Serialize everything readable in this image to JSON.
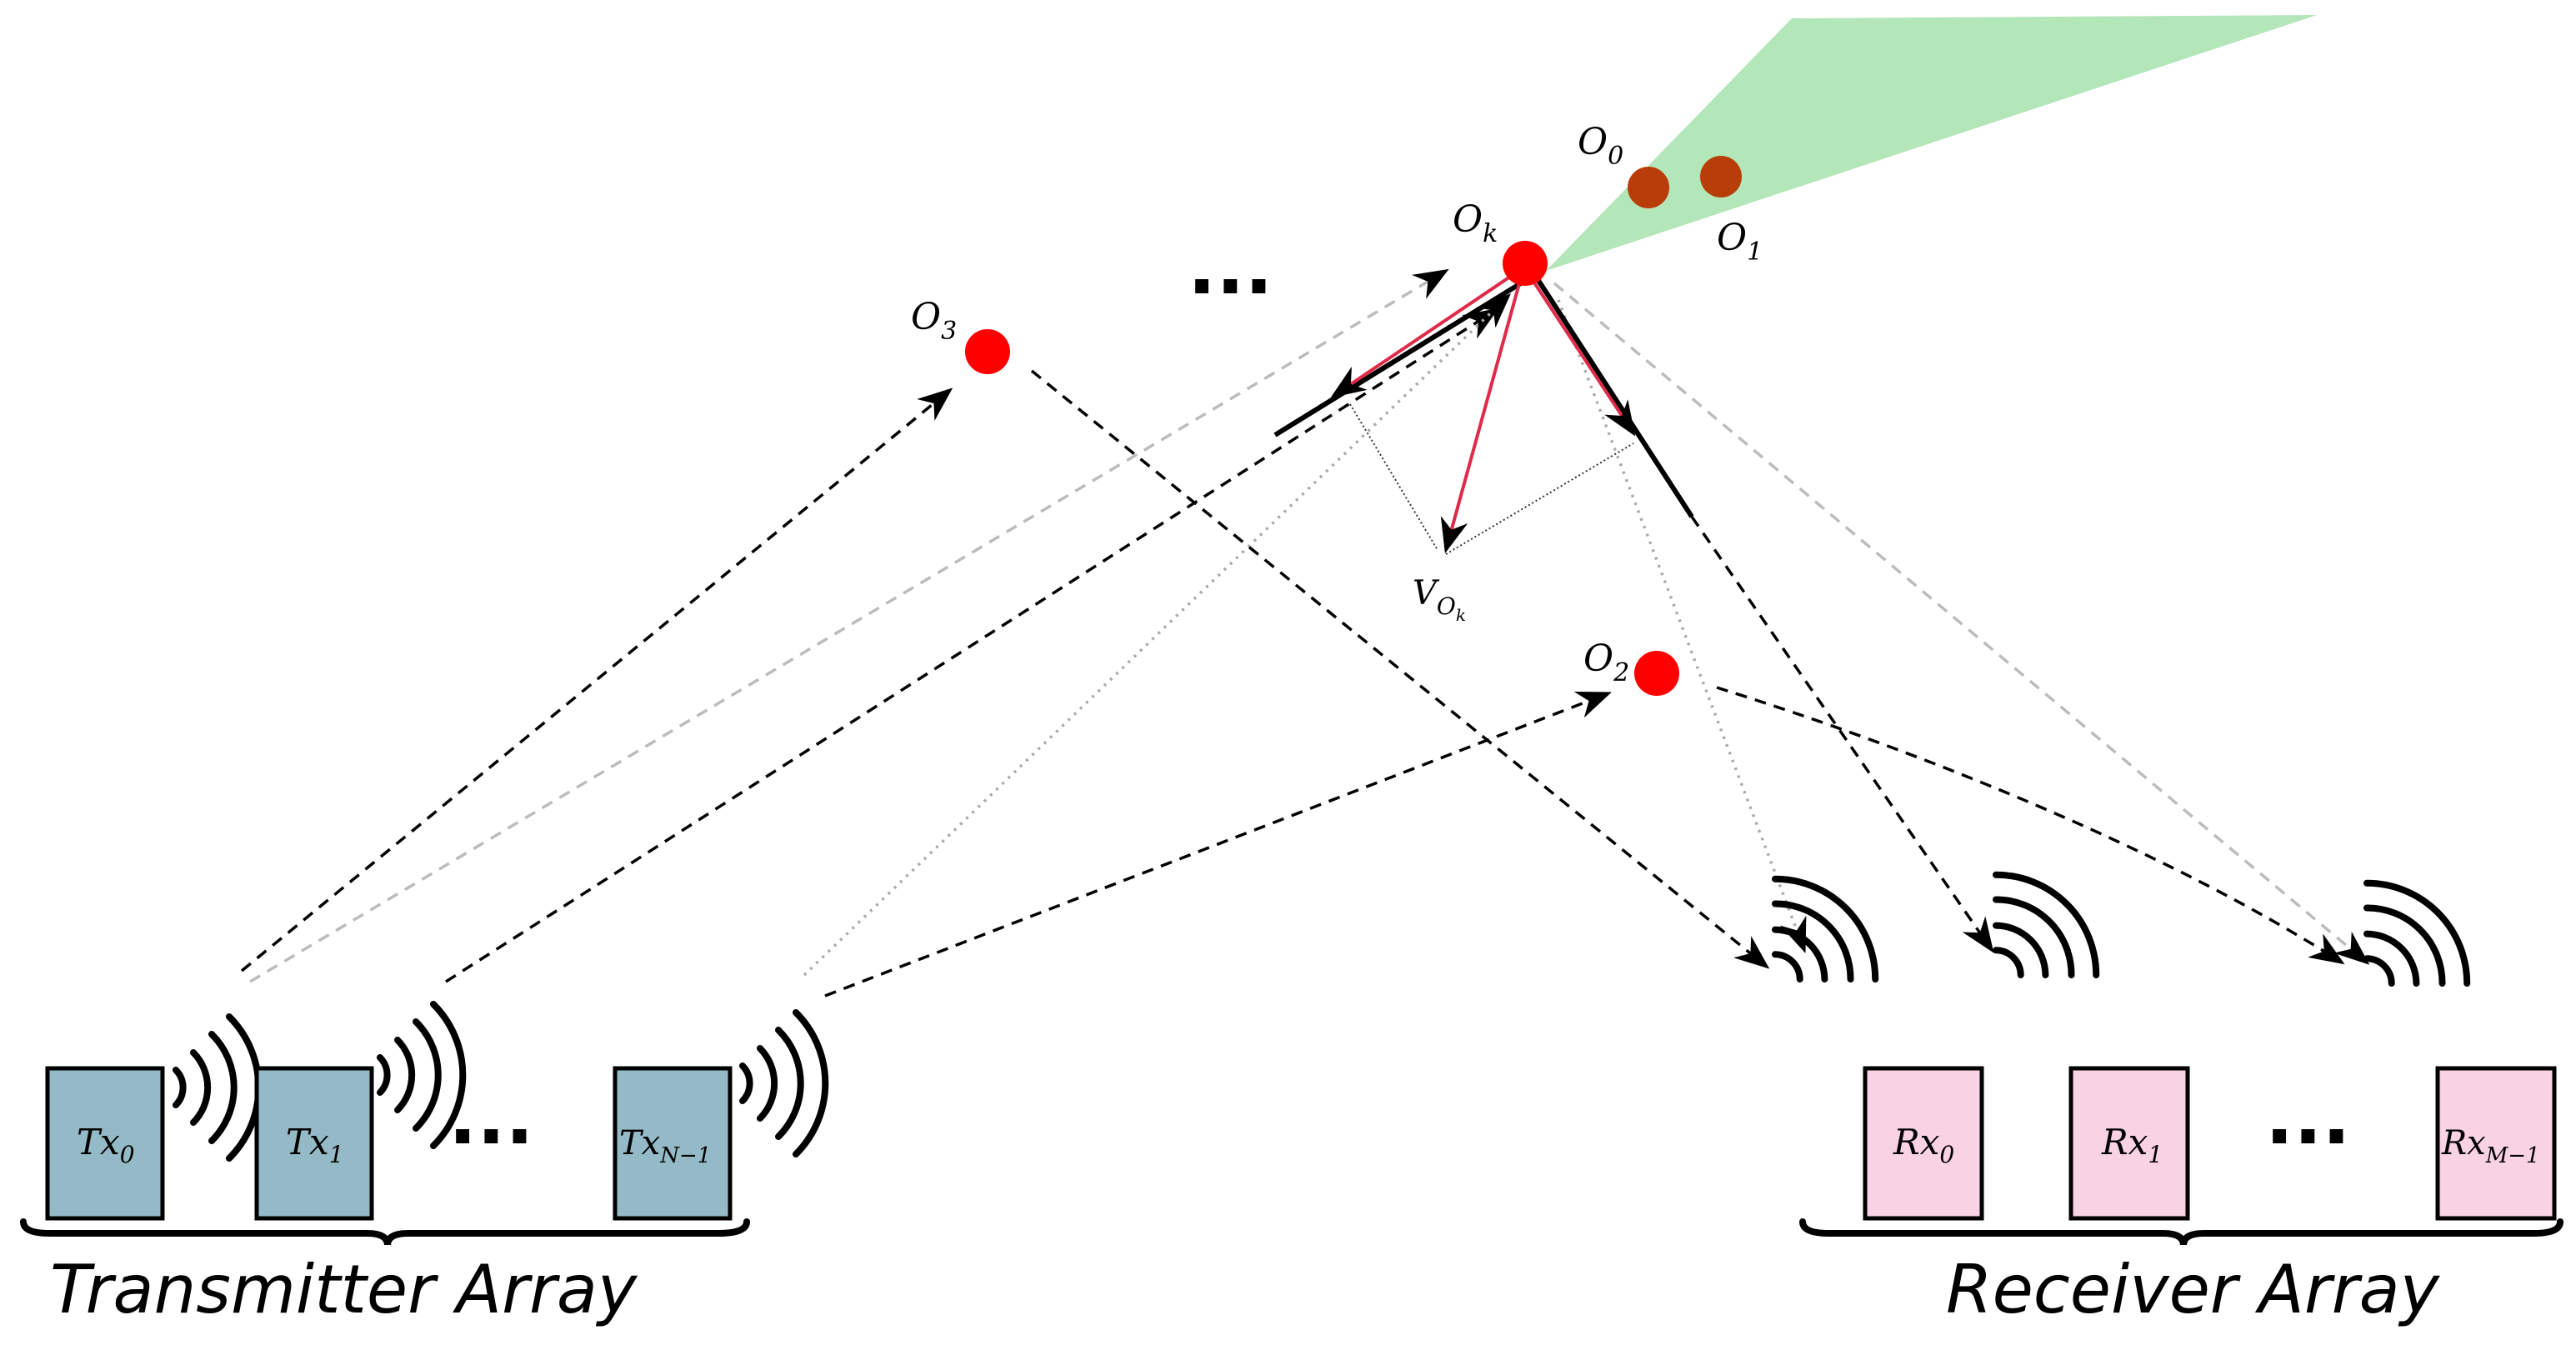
{
  "colors": {
    "tx_fill": "#93bac6",
    "rx_fill": "#f9d2e3",
    "object_red": "#ff0000",
    "object_brown": "#b83d08",
    "fov_green": "#b3e6b8",
    "velocity_red": "#e02a49",
    "path_black": "#000000",
    "path_gray": "#bcbcbc"
  },
  "transmitter": {
    "label": "Transmitter Array",
    "elements": [
      {
        "base": "Tx",
        "sub": "0"
      },
      {
        "base": "Tx",
        "sub": "1"
      },
      {
        "base": "Tx",
        "sub": "N−1"
      }
    ],
    "ellipsis": "···"
  },
  "receiver": {
    "label": "Receiver Array",
    "elements": [
      {
        "base": "Rx",
        "sub": "0"
      },
      {
        "base": "Rx",
        "sub": "1"
      },
      {
        "base": "Rx",
        "sub": "M−1"
      }
    ],
    "ellipsis": "···"
  },
  "objects": {
    "o0": {
      "base": "O",
      "sub": "0"
    },
    "o1": {
      "base": "O",
      "sub": "1"
    },
    "ok": {
      "base": "O",
      "sub": "k"
    },
    "o2": {
      "base": "O",
      "sub": "2"
    },
    "o3": {
      "base": "O",
      "sub": "3"
    },
    "ellipsis": "···"
  },
  "velocity": {
    "base": "V",
    "sub": "O",
    "subsub": "k"
  }
}
